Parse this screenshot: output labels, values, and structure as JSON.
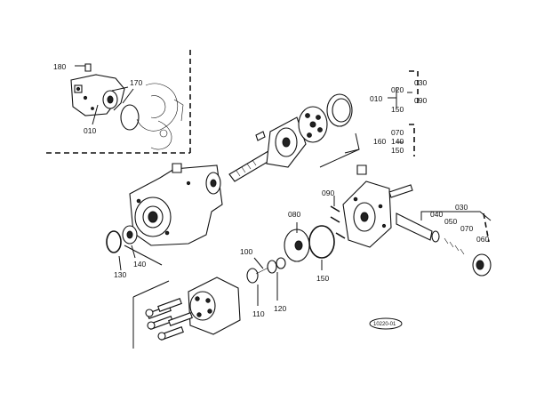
{
  "diagram": {
    "labels": {
      "p180": "180",
      "p170": "170",
      "p010a": "010",
      "p010b": "010",
      "p020": "020",
      "p030a": "030",
      "p090a": "090",
      "p150a": "150",
      "p070a": "070",
      "p160": "160",
      "p140a": "140",
      "p150b": "150",
      "p090b": "090",
      "p080": "080",
      "p030b": "030",
      "p040": "040",
      "p050": "050",
      "p070b": "070",
      "p060": "060",
      "p130": "130",
      "p140b": "140",
      "p100": "100",
      "p110": "110",
      "p120": "120",
      "p150c": "150",
      "ref": "10220-01"
    }
  }
}
